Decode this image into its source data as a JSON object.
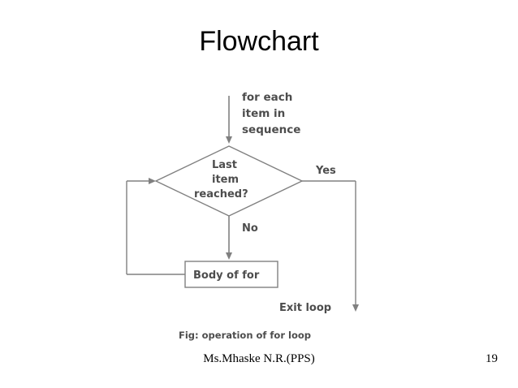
{
  "slide": {
    "title": "Flowchart",
    "footer_text": "Ms.Mhaske N.R.(PPS)",
    "page_number": "19"
  },
  "diagram": {
    "caption": "Fig: operation of for loop",
    "nodes": {
      "start_label_line1": "for each",
      "start_label_line2": "item in",
      "start_label_line3": "sequence",
      "decision_line1": "Last",
      "decision_line2": "item",
      "decision_line3": "reached?",
      "body_label": "Body of for"
    },
    "edge_labels": {
      "yes": "Yes",
      "no": "No",
      "exit": "Exit loop"
    },
    "colors": {
      "stroke": "#808080",
      "text": "#4d4d4d",
      "background": "#ffffff"
    }
  }
}
